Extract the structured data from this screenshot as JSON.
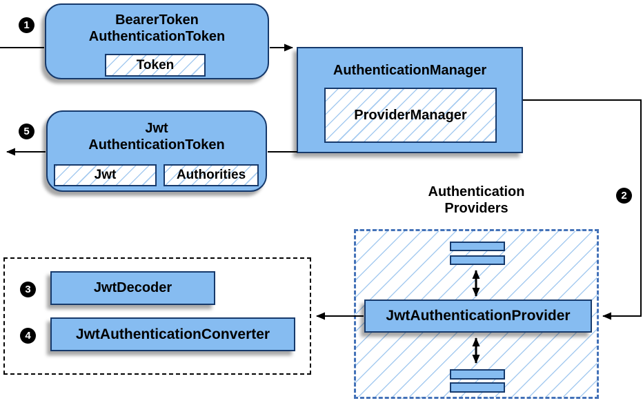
{
  "steps": {
    "s1": "1",
    "s2": "2",
    "s3": "3",
    "s4": "4",
    "s5": "5"
  },
  "nodes": {
    "bearer_token": {
      "title_line1": "BearerToken",
      "title_line2": "AuthenticationToken",
      "chip": "Token"
    },
    "authentication_manager": {
      "title": "AuthenticationManager",
      "chip": "ProviderManager"
    },
    "jwt_authentication_token": {
      "title_line1": "Jwt",
      "title_line2": "AuthenticationToken",
      "chips": [
        "Jwt",
        "Authorities"
      ]
    },
    "providers_group": {
      "title_line1": "Authentication",
      "title_line2": "Providers"
    },
    "jwt_authentication_provider": {
      "title": "JwtAuthenticationProvider"
    },
    "jwt_decoder": {
      "title": "JwtDecoder"
    },
    "jwt_authentication_converter": {
      "title": "JwtAuthenticationConverter"
    }
  },
  "colors": {
    "node_fill": "#86BCF1",
    "node_border": "#16396B",
    "hatch_line": "#A6CBF0",
    "providers_dash_border": "#4472B8",
    "connector": "#000000",
    "badge_fill": "#000000",
    "badge_text": "#ffffff"
  }
}
